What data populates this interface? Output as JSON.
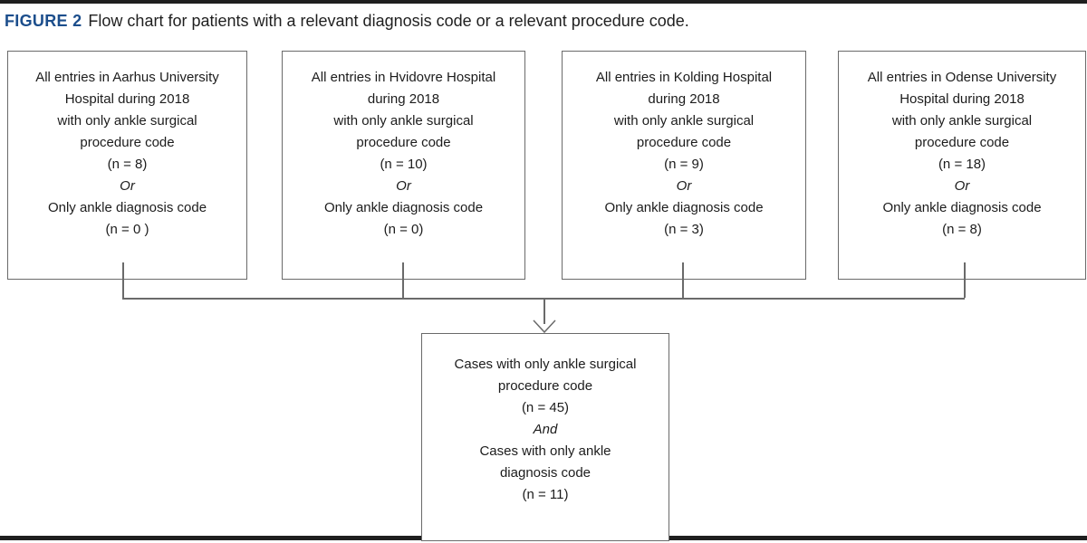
{
  "title": {
    "label": "FIGURE 2",
    "text": "Flow chart for patients with a relevant diagnosis code or a relevant procedure code."
  },
  "hospital_boxes": [
    {
      "name": "aarhus",
      "lines": [
        "All entries in Aarhus University",
        "Hospital during 2018",
        "with only ankle surgical",
        "procedure code",
        "(n = 8)",
        "Or",
        "Only ankle diagnosis code",
        "(n = 0 )"
      ]
    },
    {
      "name": "hvidovre",
      "lines": [
        "All entries in Hvidovre Hospital",
        "during 2018",
        "with only ankle surgical",
        "procedure code",
        "(n = 10)",
        "Or",
        "Only ankle diagnosis code",
        "(n = 0)"
      ]
    },
    {
      "name": "kolding",
      "lines": [
        "All entries in Kolding Hospital",
        "during 2018",
        "with only ankle surgical",
        "procedure code",
        "(n = 9)",
        "Or",
        "Only ankle diagnosis code",
        "(n = 3)"
      ]
    },
    {
      "name": "odense",
      "lines": [
        "All entries in Odense University",
        "Hospital during 2018",
        "with only ankle surgical",
        "procedure code",
        "(n = 18)",
        "Or",
        "Only ankle diagnosis code",
        "(n = 8)"
      ]
    }
  ],
  "result_box": {
    "lines": [
      "Cases with only ankle surgical",
      "procedure code",
      "(n = 45)",
      "And",
      "Cases with only ankle",
      "diagnosis code",
      "(n = 11)"
    ]
  },
  "colors": {
    "figure_label": "#1c4e8c",
    "text": "#1c1c1c",
    "box_border": "#6a6a6a",
    "connector": "#6a6a6a",
    "rule": "#1f1f1f"
  }
}
